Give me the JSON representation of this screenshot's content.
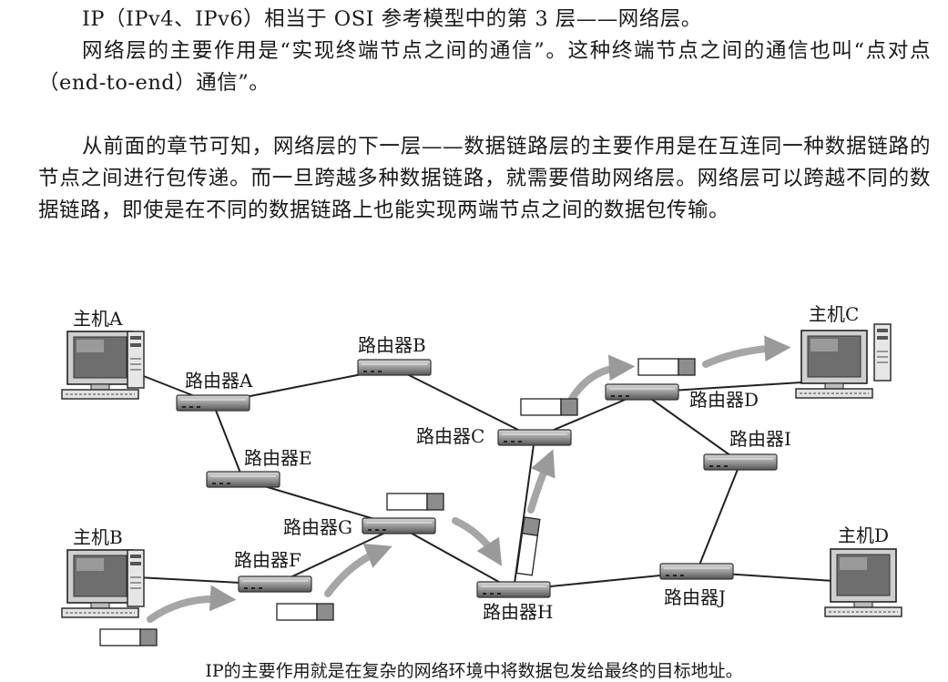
{
  "text": {
    "p1": "IP（IPv4、IPv6）相当于 OSI 参考模型中的第 3 层——网络层。",
    "p2": "网络层的主要作用是“实现终端节点之间的通信”。这种终端节点之间的通信也叫“点对点（end-to-end）通信”。",
    "p3": "从前面的章节可知，网络层的下一层——数据链路层的主要作用是在互连同一种数据链路的节点之间进行包传递。而一旦跨越多种数据链路，就需要借助网络层。网络层可以跨越不同的数据链路，即使是在不同的数据链路上也能实现两端节点之间的数据包传输。"
  },
  "figure": {
    "hosts": {
      "A": "主机A",
      "B": "主机B",
      "C": "主机C",
      "D": "主机D"
    },
    "routers": {
      "A": "路由器A",
      "B": "路由器B",
      "C": "路由器C",
      "D": "路由器D",
      "E": "路由器E",
      "F": "路由器F",
      "G": "路由器G",
      "H": "路由器H",
      "I": "路由器I",
      "J": "路由器J"
    },
    "caption": "IP的主要作用就是在复杂的网络环境中将数据包发给最终的目标地址。"
  }
}
